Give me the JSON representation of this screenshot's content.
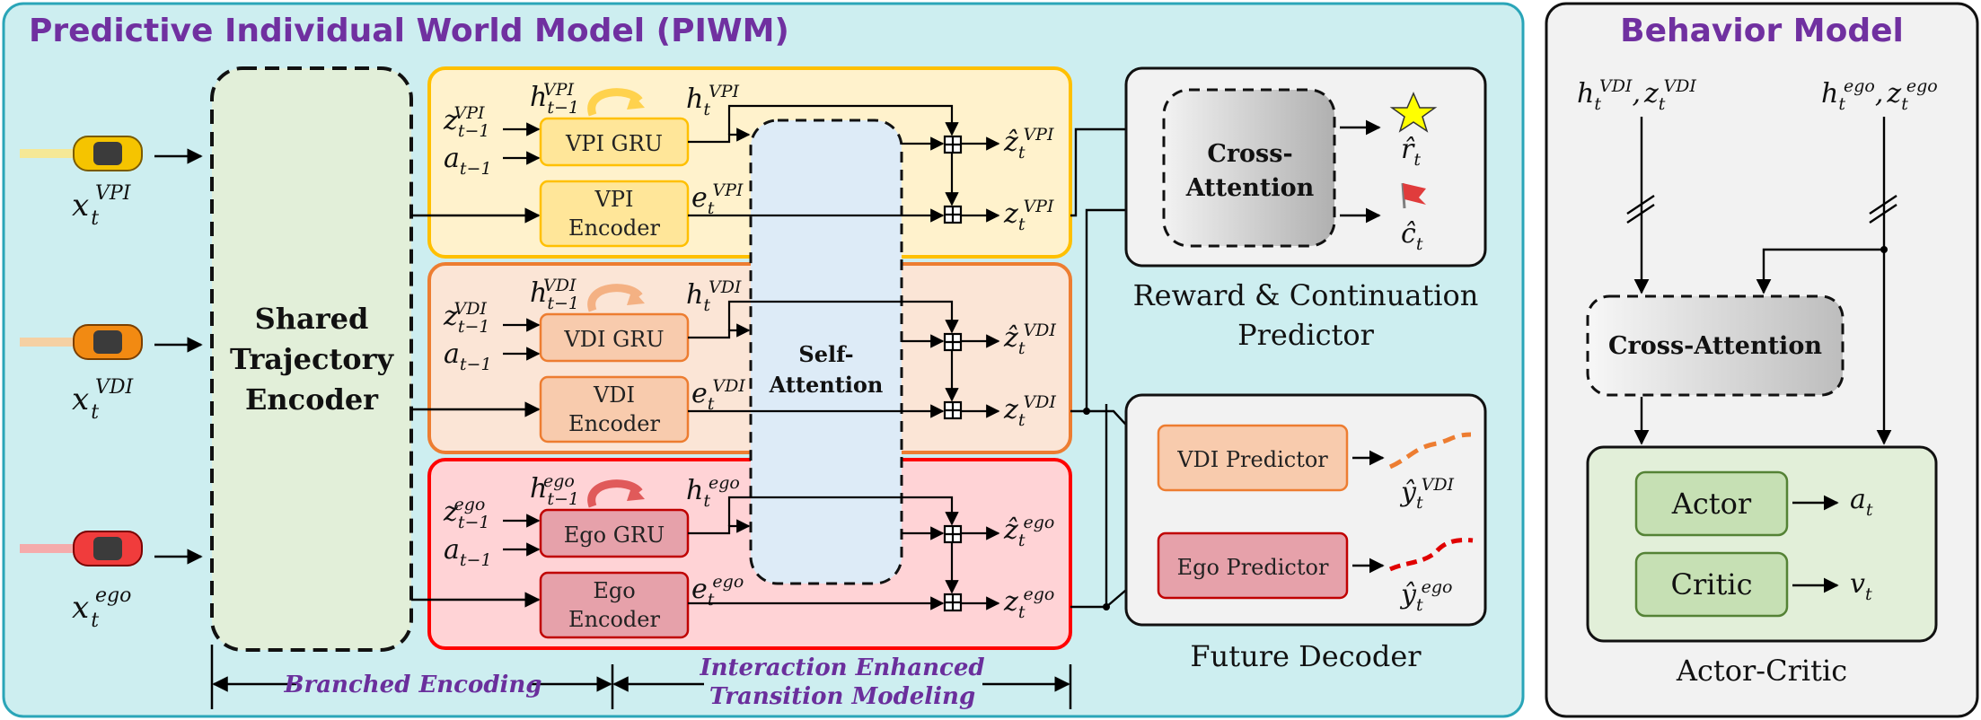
{
  "piwm": {
    "title": "Predictive Individual World Model (PIWM)",
    "shared_encoder": [
      "Shared",
      "Trajectory",
      "Encoder"
    ],
    "self_attention": [
      "Self-",
      "Attention"
    ],
    "vpi_gru": "VPI GRU",
    "vpi_encoder": [
      "VPI",
      "Encoder"
    ],
    "vdi_gru": "VDI GRU",
    "vdi_encoder": [
      "VDI",
      "Encoder"
    ],
    "ego_gru": "Ego GRU",
    "ego_encoder": [
      "Ego",
      "Encoder"
    ],
    "cross_attention": [
      "Cross-",
      "Attention"
    ],
    "reward_caption": [
      "Reward & Continuation",
      "Predictor"
    ],
    "vdi_predictor": "VDI Predictor",
    "ego_predictor": "Ego Predictor",
    "future_caption": "Future Decoder",
    "branched_label": "Branched Encoding",
    "interaction_label": [
      "Interaction Enhanced",
      "Transition Modeling"
    ]
  },
  "behavior": {
    "title": "Behavior Model",
    "cross_attention": "Cross-Attention",
    "actor": "Actor",
    "critic": "Critic",
    "caption": "Actor-Critic"
  },
  "colors": {
    "panel_bg": "#cdeef0",
    "title_purple": "#7030a0",
    "vpi": "#ffc000",
    "vdi": "#ed7d31",
    "ego": "#ff0000",
    "actor_green": "#c6e0b4"
  },
  "math": {
    "x_vpi": "x",
    "x_vpi_sup": "VPI",
    "x_sub": "t",
    "x_vdi_sup": "VDI",
    "x_ego_sup": "ego",
    "h": "h",
    "z": "z",
    "a": "a",
    "e": "e",
    "t": "t",
    "tm1": "t−1",
    "vpi": "VPI",
    "vdi": "VDI",
    "ego": "ego",
    "r_hat": "r̂",
    "c_hat": "ĉ",
    "y_hat": "ŷ",
    "z_hat": "ẑ",
    "v": "v"
  }
}
